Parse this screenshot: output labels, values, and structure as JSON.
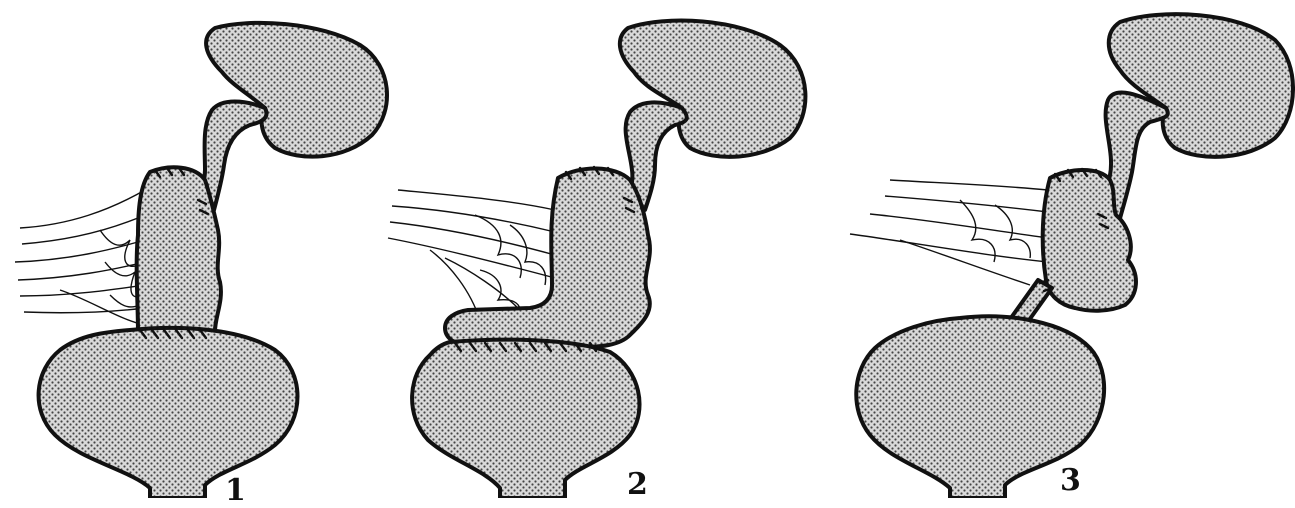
{
  "figure": {
    "panels": [
      {
        "id": "panel-1",
        "label": "1"
      },
      {
        "id": "panel-2",
        "label": "2"
      },
      {
        "id": "panel-3",
        "label": "3"
      }
    ],
    "colors": {
      "ink": "#111111",
      "background": "#ffffff",
      "stipple": "#cfcfcf"
    }
  }
}
